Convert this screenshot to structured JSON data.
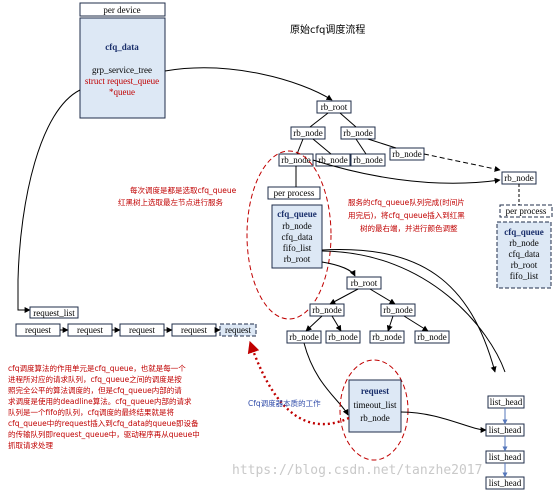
{
  "title": "原始cfq调度流程",
  "per_device": {
    "header": "per device",
    "name": "cfq_data",
    "field1": "grp_service_tree",
    "field2": "struct request_queue",
    "field3": "*queue"
  },
  "tree1": {
    "root": "rb_root",
    "node": "rb_node"
  },
  "per_process_left": {
    "header": "per process",
    "name": "cfq_queue",
    "fields": [
      "rb_node",
      "cfq_data",
      "fifo_list",
      "rb_root"
    ]
  },
  "per_process_right": {
    "header": "per process",
    "name": "cfq_queue",
    "fields": [
      "rb_node",
      "cfq_data",
      "rb_root",
      "fifo_list"
    ],
    "node_label": "rb_node"
  },
  "tree2": {
    "root": "rb_root",
    "node": "rb_node"
  },
  "request_list": {
    "label": "request_list",
    "item": "request"
  },
  "request_box": {
    "name": "request",
    "field1": "timeout_list",
    "field2": "rb_node"
  },
  "list_head": "list_head",
  "annotations": {
    "select_note_l1": "每次调度是都是选取cfq_queue",
    "select_note_l2": "红黑树上选取最左节点进行服务",
    "insert_note_l1": "服务的cfq_queue队列完成(时间片",
    "insert_note_l2": "用完后)，将cfq_queue插入到红黑",
    "insert_note_l3": "树的最右端，并进行颜色调整",
    "scheduler_note": "Cfq调度器本质的工作",
    "bottom_note": [
      "cfq调度算法的作用单元是cfq_queue，也就是每一个",
      "进程所对应的请求队列，cfq_queue之间的调度是按",
      "照完全公平的算法调度的，但是cfq_queue内部的请",
      "求调度是使用的deadline算法。cfq_queue内部的请求",
      "队列是一个fifo的队列，cfq调度的最终结果就是将",
      "cfq_queue中的request插入到cfq_data的queue即设备",
      "的传输队列即request_queue中，驱动程序再从queue中",
      "抓取请求处理"
    ]
  },
  "watermark": "https://blog.csdn.net/tanzhe2017",
  "colors": {
    "box_fill": "#dde8f5",
    "border": "#1f2d4a",
    "annotation_red": "#c00000",
    "annotation_blue": "#2e4aa8"
  }
}
